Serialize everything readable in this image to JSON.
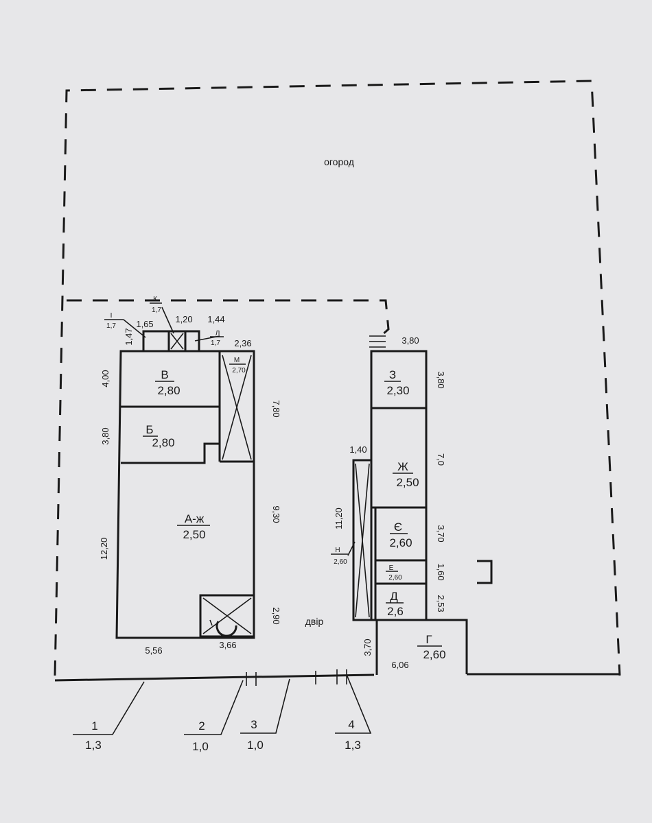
{
  "areas": {
    "garden": "огород",
    "yard": "двір"
  },
  "rooms": {
    "V": {
      "letter": "В",
      "height": "2,80"
    },
    "B": {
      "letter": "Б",
      "height": "2,80"
    },
    "M": {
      "letter": "М",
      "height": "2,70"
    },
    "A": {
      "letter": "А-ж",
      "height": "2,50"
    },
    "K": {
      "letter": "К",
      "height": "1,7"
    },
    "I": {
      "letter": "І",
      "height": "1,7"
    },
    "L": {
      "letter": "Л",
      "height": "1,7"
    },
    "Z": {
      "letter": "З",
      "height": "2,30"
    },
    "Zh": {
      "letter": "Ж",
      "height": "2,50"
    },
    "Ye": {
      "letter": "Є",
      "height": "2,60"
    },
    "E": {
      "letter": "Е",
      "height": "2,60"
    },
    "D": {
      "letter": "Д",
      "height": "2,6"
    },
    "H": {
      "letter": "Н",
      "height": "2,60"
    },
    "G": {
      "letter": "Г",
      "height": "2,60"
    }
  },
  "dims": {
    "d_400": "4,00",
    "d_380": "3,80",
    "d_1220": "12,20",
    "d_780": "7,80",
    "d_930": "9,30",
    "d_290": "2,90",
    "d_556": "5,56",
    "d_366": "3,66",
    "d_147": "1,47",
    "d_165": "1,65",
    "d_120": "1,20",
    "d_144": "1,44",
    "d_236": "2,36",
    "d_380top": "3,80",
    "d_380r": "3,80",
    "d_70": "7,0",
    "d_370r": "3,70",
    "d_160": "1,60",
    "d_253": "2,53",
    "d_140": "1,40",
    "d_1120": "11,20",
    "d_370b": "3,70",
    "d_606": "6,06"
  },
  "fences": [
    {
      "num": "1",
      "height": "1,3"
    },
    {
      "num": "2",
      "height": "1,0"
    },
    {
      "num": "3",
      "height": "1,0"
    },
    {
      "num": "4",
      "height": "1,3"
    }
  ]
}
